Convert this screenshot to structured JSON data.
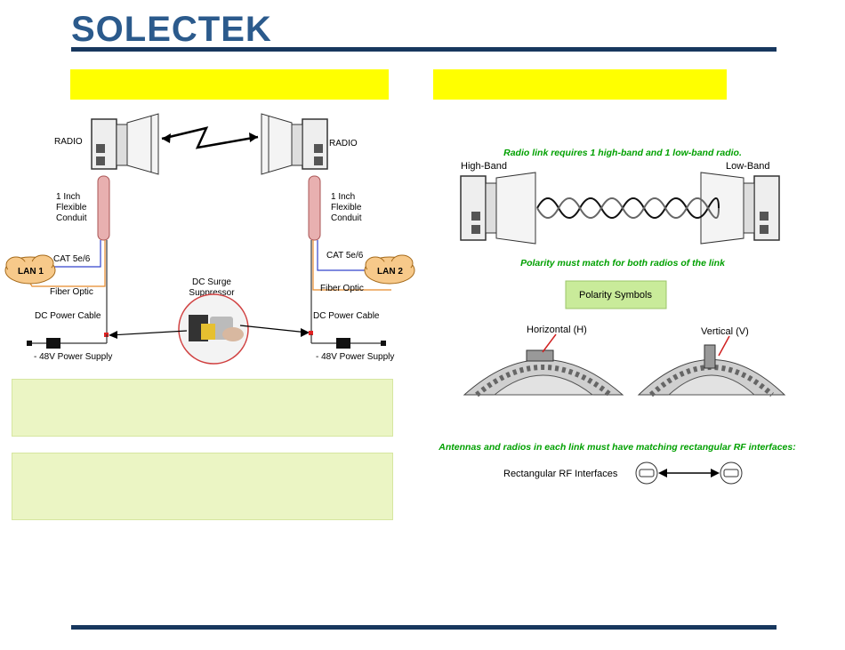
{
  "brand": {
    "name": "SOLECTEK",
    "color": "#2b5a8c"
  },
  "left_diagram": {
    "radio_left": "RADIO",
    "radio_right": "RADIO",
    "conduit_left": [
      "1 Inch",
      "Flexible",
      "Conduit"
    ],
    "conduit_right": [
      "1 Inch",
      "Flexible",
      "Conduit"
    ],
    "cat_left": "CAT 5e/6",
    "cat_right": "CAT 5e/6",
    "lan_left": "LAN 1",
    "lan_right": "LAN 2",
    "fiber_left": "Fiber Optic",
    "fiber_right": "Fiber Optic",
    "surge": [
      "DC Surge",
      "Suppressor"
    ],
    "dc_left": "DC Power Cable",
    "dc_right": "DC Power Cable",
    "psu_left": "- 48V Power Supply",
    "psu_right": "- 48V Power Supply"
  },
  "right_diagram": {
    "band_note": "Radio link requires 1 high-band and 1 low-band radio.",
    "high_band": "High-Band",
    "low_band": "Low-Band",
    "polarity_note": "Polarity must match for both radios of the link",
    "polarity_symbols": "Polarity Symbols",
    "horizontal": "Horizontal (H)",
    "vertical": "Vertical (V)",
    "rf_note": "Antennas and radios in each link must have matching rectangular RF interfaces:",
    "rf_label": "Rectangular RF Interfaces"
  },
  "colors": {
    "note_green": "#00a000",
    "highlight_yellow": "#ffff00",
    "box_green": "#ebf5c4",
    "lan_cloud": "#f7c98a",
    "conduit": "#e8b0b0"
  }
}
